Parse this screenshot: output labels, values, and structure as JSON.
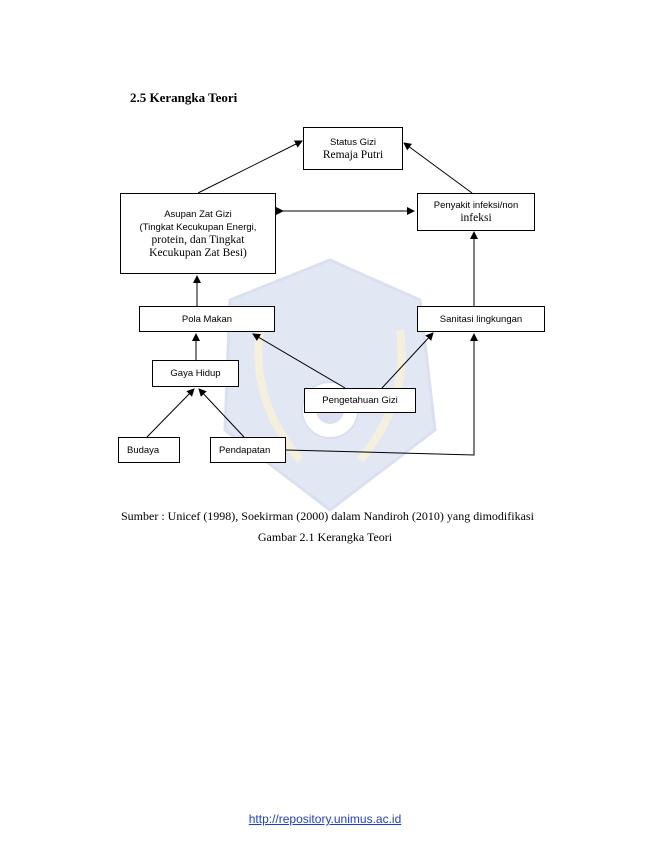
{
  "section_heading": "2.5  Kerangka Teori",
  "nodes": {
    "status_gizi": {
      "line1": "Status Gizi",
      "line2": "Remaja Putri"
    },
    "asupan": {
      "line1": "Asupan Zat Gizi",
      "line2": "(Tingkat Kecukupan Energi,",
      "line3": "protein, dan Tingkat",
      "line4": "Kecukupan Zat Besi)"
    },
    "penyakit": {
      "line1": "Penyakit infeksi/non",
      "line2": "infeksi"
    },
    "pola_makan": "Pola Makan",
    "sanitasi": "Sanitasi lingkungan",
    "gaya_hidup": "Gaya Hidup",
    "pengetahuan": "Pengetahuan Gizi",
    "budaya": "Budaya",
    "pendapatan": "Pendapatan"
  },
  "source_text": "Sumber : Unicef (1998), Soekirman (2000) dalam Nandiroh (2010) yang dimodifikasi",
  "figure_caption": "Gambar 2.1 Kerangka Teori",
  "footer_link": "http://repository.unimus.ac.id",
  "colors": {
    "watermark": "#d9c27a",
    "watermark_blue": "#8fa3d6",
    "link": "#1a3fd6"
  }
}
